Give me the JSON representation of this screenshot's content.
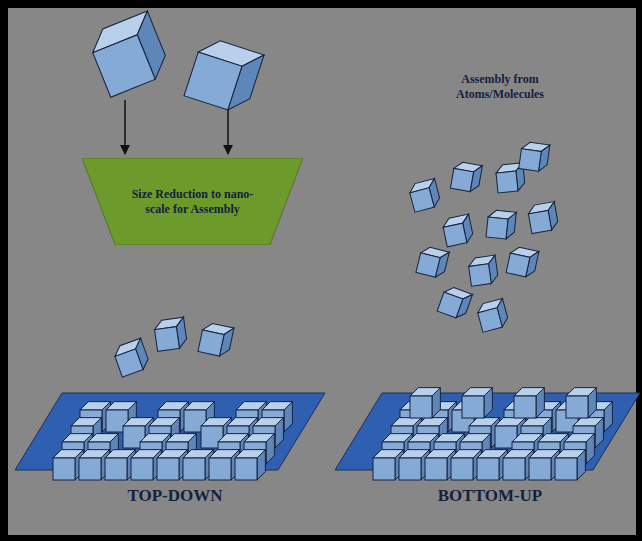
{
  "diagram": {
    "nodes": [
      {
        "text": [
          "Size Reduction to nano-scale for Assembly"
        ]
      }
    ],
    "labels": [
      "Assembly from Atoms/Molecules",
      "TOP-DOWN",
      "BOTTOM-UP"
    ]
  }
}
